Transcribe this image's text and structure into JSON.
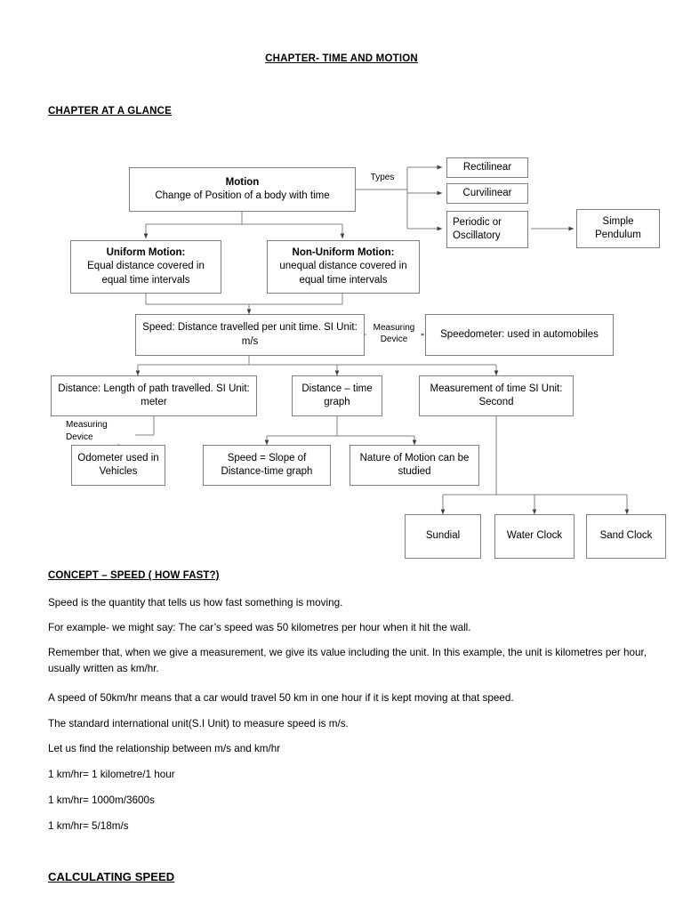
{
  "document": {
    "title": "CHAPTER- TIME AND MOTION",
    "glance_heading": "CHAPTER AT A GLANCE"
  },
  "flowchart": {
    "nodes": {
      "motion_title": "Motion",
      "motion_desc": "Change of Position of a body with time",
      "rectilinear": "Rectilinear",
      "curvilinear": "Curvilinear",
      "periodic": "Periodic or Oscillatory",
      "simple_pendulum": "Simple Pendulum",
      "uniform_title": "Uniform Motion:",
      "uniform_desc": "Equal distance covered in equal time intervals",
      "nonuniform_title": "Non-Uniform Motion:",
      "nonuniform_desc": "unequal distance covered in equal time intervals",
      "speed": "Speed: Distance travelled per unit time. SI Unit: m/s",
      "speedometer": "Speedometer: used in automobiles",
      "distance": "Distance: Length of path travelled. SI Unit: meter",
      "distance_time_graph": "Distance – time graph",
      "measurement_time": "Measurement of time SI Unit: Second",
      "odometer": "Odometer used in Vehicles",
      "speed_slope": "Speed = Slope of Distance-time graph",
      "nature_motion": "Nature of Motion can be studied",
      "sundial": "Sundial",
      "water_clock": "Water Clock",
      "sand_clock": "Sand Clock"
    },
    "edge_labels": {
      "types": "Types",
      "measuring_device_speed": "Measuring Device",
      "measuring_device_distance": "Measuring Device"
    }
  },
  "concept": {
    "heading": "CONCEPT – SPEED ( HOW FAST?)",
    "paragraphs": [
      "Speed is the quantity that tells us how fast something is moving.",
      "For example- we might say: The car’s speed was 50 kilometres per hour when it hit the wall.",
      "Remember that, when we give a measurement, we give its value including the unit. In this example, the unit is kilometres per hour, usually written as km/hr.",
      "A speed of 50km/hr means that a car would travel 50 km in one hour if it is kept moving at that speed.",
      "The standard international unit(S.I Unit)  to measure speed is m/s.",
      "Let us find the relationship between m/s and km/hr",
      "1 km/hr= 1 kilometre/1 hour",
      "1 km/hr= 1000m/3600s",
      "1 km/hr= 5/18m/s"
    ]
  },
  "calculating": {
    "heading": "CALCULATING SPEED"
  }
}
